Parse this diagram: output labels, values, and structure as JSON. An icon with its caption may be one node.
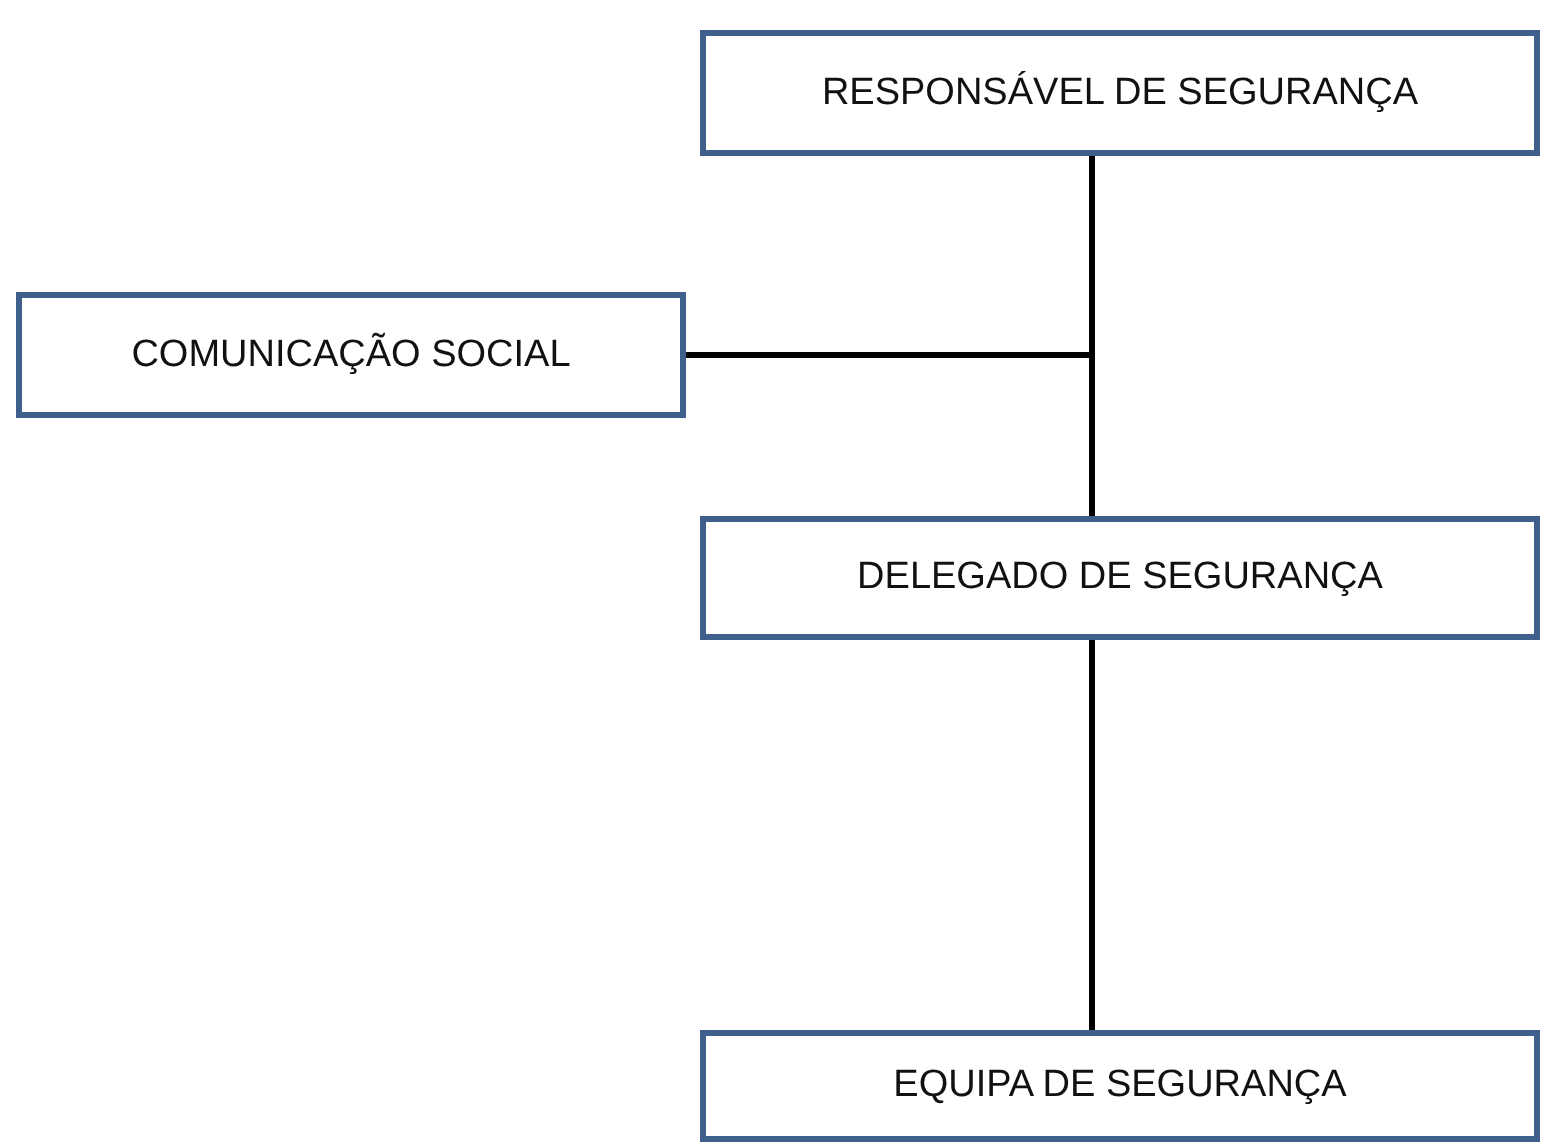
{
  "diagram": {
    "nodes": [
      {
        "text": [
          "RESPONSÁVEL DE SEGURANÇA"
        ]
      },
      {
        "text": [
          "COMUNICAÇÃO SOCIAL"
        ]
      },
      {
        "text": [
          "DELEGADO DE SEGURANÇA"
        ]
      },
      {
        "text": [
          "EQUIPA DE SEGURANÇA"
        ]
      }
    ],
    "edges": [
      {
        "from": 0,
        "to": 2,
        "arrow": "none"
      },
      {
        "from": 0,
        "to": 1,
        "arrow": "none"
      },
      {
        "from": 2,
        "to": 3,
        "arrow": "none"
      }
    ]
  }
}
